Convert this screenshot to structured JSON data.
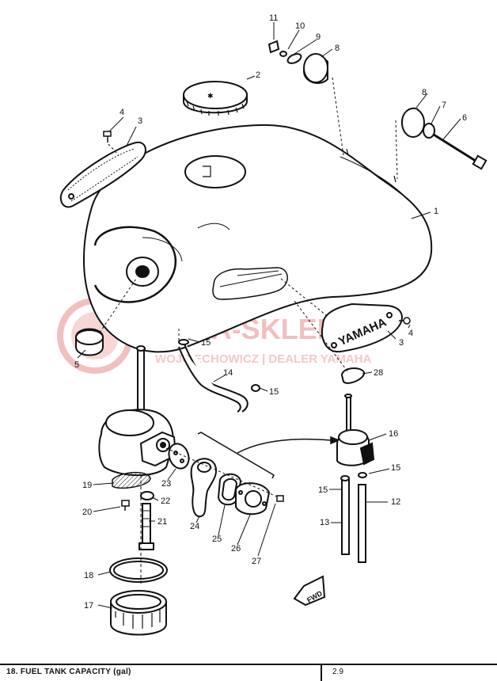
{
  "diagram": {
    "part_labels": [
      {
        "id": "1",
        "text": "1"
      },
      {
        "id": "2",
        "text": "2"
      },
      {
        "id": "3a",
        "text": "3"
      },
      {
        "id": "3b",
        "text": "3"
      },
      {
        "id": "4a",
        "text": "4"
      },
      {
        "id": "4b",
        "text": "4"
      },
      {
        "id": "5",
        "text": "5"
      },
      {
        "id": "6",
        "text": "6"
      },
      {
        "id": "7",
        "text": "7"
      },
      {
        "id": "8a",
        "text": "8"
      },
      {
        "id": "8b",
        "text": "8"
      },
      {
        "id": "9",
        "text": "9"
      },
      {
        "id": "10",
        "text": "10"
      },
      {
        "id": "11",
        "text": "11"
      },
      {
        "id": "12",
        "text": "12"
      },
      {
        "id": "13",
        "text": "13"
      },
      {
        "id": "14",
        "text": "14"
      },
      {
        "id": "15a",
        "text": "15"
      },
      {
        "id": "15b",
        "text": "15"
      },
      {
        "id": "15c",
        "text": "15"
      },
      {
        "id": "15d",
        "text": "15"
      },
      {
        "id": "16",
        "text": "16"
      },
      {
        "id": "17",
        "text": "17"
      },
      {
        "id": "18",
        "text": "18"
      },
      {
        "id": "19",
        "text": "19"
      },
      {
        "id": "20",
        "text": "20"
      },
      {
        "id": "21",
        "text": "21"
      },
      {
        "id": "22",
        "text": "22"
      },
      {
        "id": "23",
        "text": "23"
      },
      {
        "id": "24",
        "text": "24"
      },
      {
        "id": "25",
        "text": "25"
      },
      {
        "id": "26",
        "text": "26"
      },
      {
        "id": "27",
        "text": "27"
      },
      {
        "id": "28",
        "text": "28"
      }
    ],
    "emblem_text": "YAMAHA",
    "direction_text": "FWD"
  },
  "watermark": {
    "brand": "YAMA-SKLEP.PL",
    "tagline": "WOJCIECHOWICZ | DEALER YAMAHA",
    "color": "#f0b5b5"
  },
  "footer": {
    "label": "18.   FUEL TANK CAPACITY (gal)",
    "value": "2.9"
  }
}
